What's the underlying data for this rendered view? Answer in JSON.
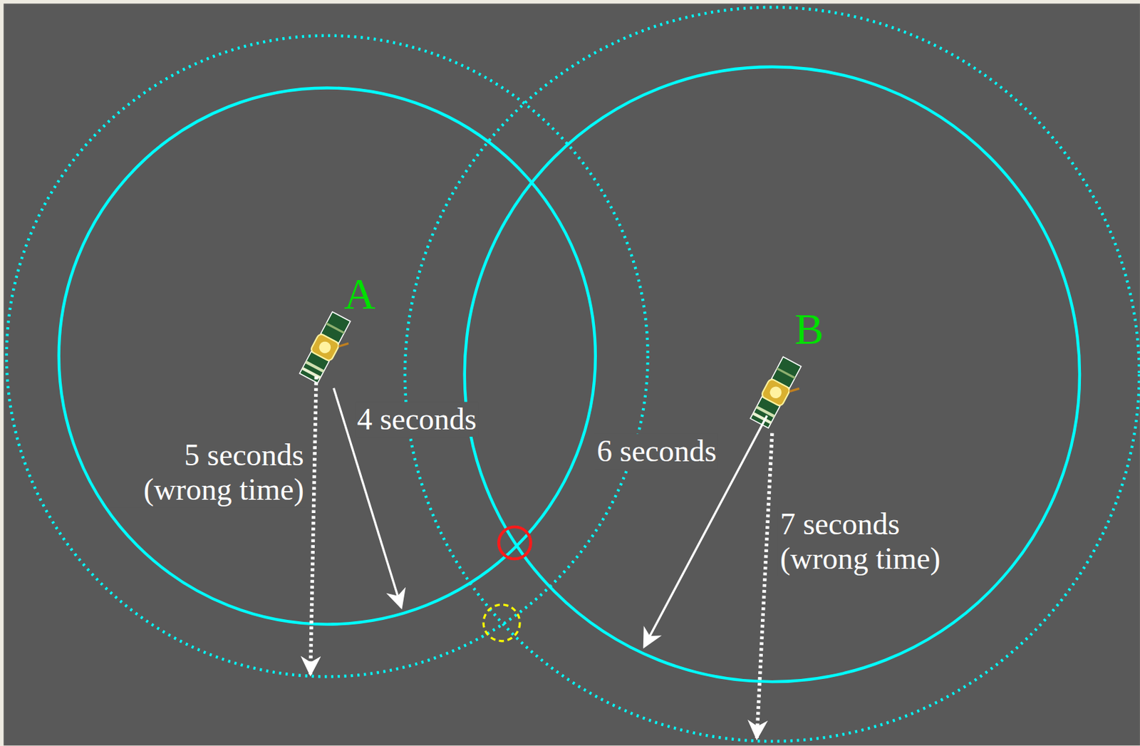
{
  "diagram": {
    "labels": [
      "A",
      "B",
      "4 seconds",
      "5 seconds (wrong time)",
      "6 seconds",
      "7 seconds (wrong time)"
    ]
  }
}
